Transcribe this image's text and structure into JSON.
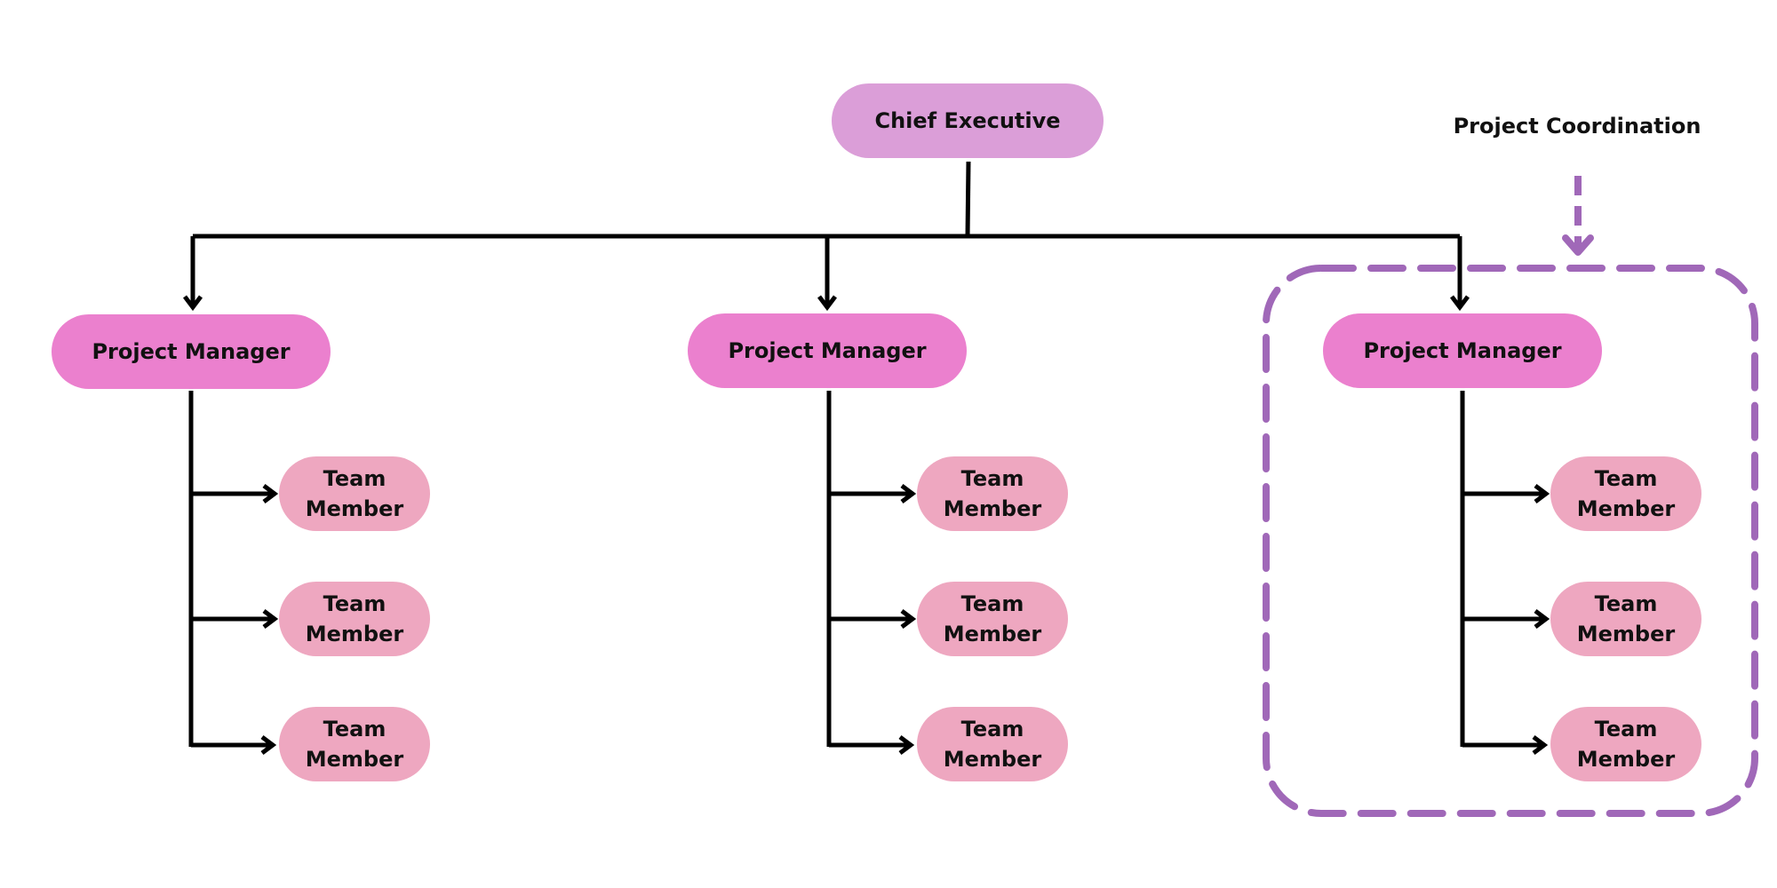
{
  "colors": {
    "chief_fill": "#DB9ED8",
    "manager_fill": "#EB80CE",
    "member_fill": "#EEA7C0",
    "line": "#000000",
    "callout": "#A068B8"
  },
  "chief": {
    "label": "Chief Executive"
  },
  "callout": {
    "label": "Project Coordination"
  },
  "groups": [
    {
      "manager": "Project Manager",
      "members": [
        {
          "line1": "Team",
          "line2": "Member"
        },
        {
          "line1": "Team",
          "line2": "Member"
        },
        {
          "line1": "Team",
          "line2": "Member"
        }
      ]
    },
    {
      "manager": "Project Manager",
      "members": [
        {
          "line1": "Team",
          "line2": "Member"
        },
        {
          "line1": "Team",
          "line2": "Member"
        },
        {
          "line1": "Team",
          "line2": "Member"
        }
      ]
    },
    {
      "manager": "Project Manager",
      "highlighted": true,
      "members": [
        {
          "line1": "Team",
          "line2": "Member"
        },
        {
          "line1": "Team",
          "line2": "Member"
        },
        {
          "line1": "Team",
          "line2": "Member"
        }
      ]
    }
  ]
}
